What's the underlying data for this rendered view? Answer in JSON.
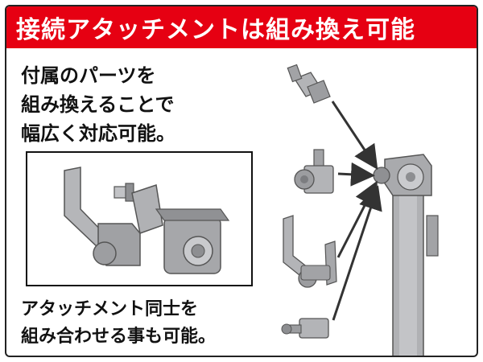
{
  "banner": {
    "title": "接続アタッチメントは組み換え可能",
    "color": "#e60012"
  },
  "intro": {
    "lines": [
      "付属のパーツを",
      "組み換えることで",
      "幅広く対応可能。"
    ]
  },
  "outro": {
    "lines": [
      "アタッチメント同士を",
      "組み合わせる事も可能。"
    ]
  },
  "colors": {
    "part_gray": "#a9aaad",
    "part_dark": "#6f7073",
    "arrow": "#333333"
  }
}
